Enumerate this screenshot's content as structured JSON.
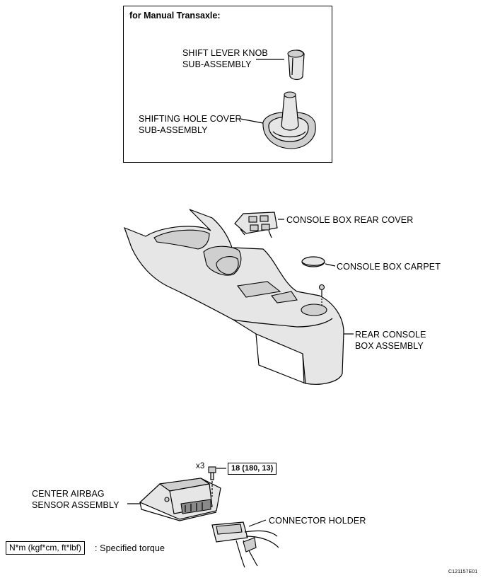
{
  "inset": {
    "title": "for Manual Transaxle:",
    "knob_label_1": "SHIFT LEVER KNOB",
    "knob_label_2": "SUB-ASSEMBLY",
    "cover_label_1": "SHIFTING HOLE COVER",
    "cover_label_2": "SUB-ASSEMBLY"
  },
  "console": {
    "rear_cover_label": "CONSOLE BOX REAR COVER",
    "carpet_label": "CONSOLE BOX CARPET",
    "box_label_1": "REAR CONSOLE",
    "box_label_2": "BOX ASSEMBLY"
  },
  "airbag": {
    "quantity": "x3",
    "torque": "18 (180, 13)",
    "sensor_label_1": "CENTER AIRBAG",
    "sensor_label_2": "SENSOR ASSEMBLY",
    "holder_label": "CONNECTOR HOLDER"
  },
  "legend": {
    "torque_units": "N*m (kgf*cm, ft*lbf)",
    "description": ": Specified torque"
  },
  "figure_code": "C121157E01"
}
